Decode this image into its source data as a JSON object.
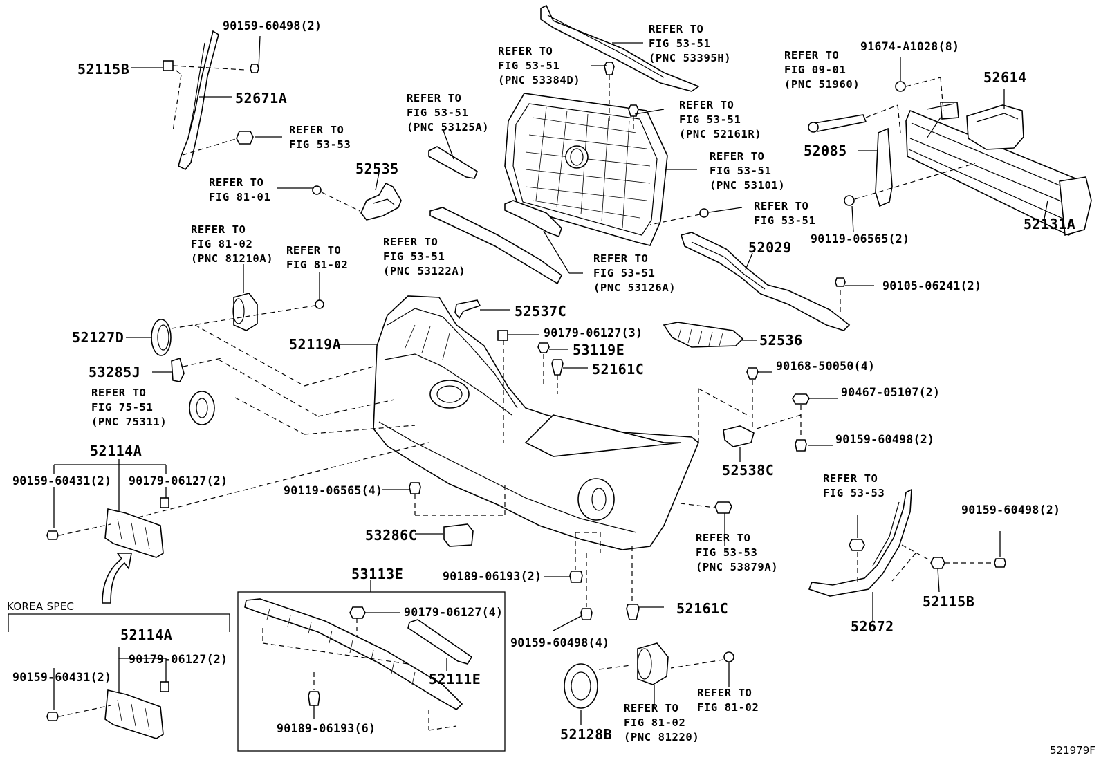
{
  "diagram": {
    "figure_id": "521979F",
    "korea_spec_label": "KOREA SPEC",
    "part_numbers": {
      "p52115B_top": "52115B",
      "p52671A": "52671A",
      "p52535": "52535",
      "p52127D": "52127D",
      "p53285J": "53285J",
      "p52119A": "52119A",
      "p52114A_main": "52114A",
      "p52114A_korea": "52114A",
      "p53113E": "53113E",
      "p52111E": "52111E",
      "p53286C": "53286C",
      "p52537C": "52537C",
      "p53119E": "53119E",
      "p52161C_top": "52161C",
      "p52161C_bottom": "52161C",
      "p52536": "52536",
      "p52029": "52029",
      "p52085": "52085",
      "p52614": "52614",
      "p52131A": "52131A",
      "p52538C": "52538C",
      "p52115B_right": "52115B",
      "p52672": "52672",
      "p52128B": "52128B"
    },
    "fasteners": {
      "f_90159_60498_top": "90159-60498(2)",
      "f_91674_A1028": "91674-A1028(8)",
      "f_90119_06565_2": "90119-06565(2)",
      "f_90105_06241": "90105-06241(2)",
      "f_90179_06127_3": "90179-06127(3)",
      "f_90168_50050": "90168-50050(4)",
      "f_90467_05107": "90467-05107(2)",
      "f_90159_60498_mid": "90159-60498(2)",
      "f_90159_60431_main": "90159-60431(2)",
      "f_90179_06127_main": "90179-06127(2)",
      "f_90119_06565_4": "90119-06565(4)",
      "f_90189_06193_2": "90189-06193(2)",
      "f_90179_06127_4": "90179-06127(4)",
      "f_90159_60498_4": "90159-60498(4)",
      "f_90159_60498_right": "90159-60498(2)",
      "f_90159_60431_korea": "90159-60431(2)",
      "f_90179_06127_korea": "90179-06127(2)",
      "f_90189_06193_6": "90189-06193(6)"
    },
    "refer": {
      "r_53395H": [
        "REFER TO",
        "FIG 53-51",
        "(PNC 53395H)"
      ],
      "r_53384D": [
        "REFER TO",
        "FIG 53-51",
        "(PNC 53384D)"
      ],
      "r_51960": [
        "REFER TO",
        "FIG 09-01",
        "(PNC 51960)"
      ],
      "r_53125A": [
        "REFER TO",
        "FIG 53-51",
        "(PNC 53125A)"
      ],
      "r_52161R": [
        "REFER TO",
        "FIG 53-51",
        "(PNC 52161R)"
      ],
      "r_53101": [
        "REFER TO",
        "FIG 53-51",
        "(PNC 53101)"
      ],
      "r_53_53_top": [
        "REFER TO",
        "FIG 53-53"
      ],
      "r_81_01": [
        "REFER TO",
        "FIG 81-01"
      ],
      "r_53_51_plain": [
        "REFER TO",
        "FIG 53-51"
      ],
      "r_81210A": [
        "REFER TO",
        "FIG 81-02",
        "(PNC 81210A)"
      ],
      "r_81_02_mid": [
        "REFER TO",
        "FIG 81-02"
      ],
      "r_53122A": [
        "REFER TO",
        "FIG 53-51",
        "(PNC 53122A)"
      ],
      "r_53126A": [
        "REFER TO",
        "FIG 53-51",
        "(PNC 53126A)"
      ],
      "r_75311": [
        "REFER TO",
        "FIG 75-51",
        "(PNC 75311)"
      ],
      "r_53_53_right": [
        "REFER TO",
        "FIG 53-53"
      ],
      "r_53879A": [
        "REFER TO",
        "FIG 53-53",
        "(PNC 53879A)"
      ],
      "r_81_02_bottom": [
        "REFER TO",
        "FIG 81-02"
      ],
      "r_81220": [
        "REFER TO",
        "FIG 81-02",
        "(PNC 81220)"
      ]
    }
  }
}
